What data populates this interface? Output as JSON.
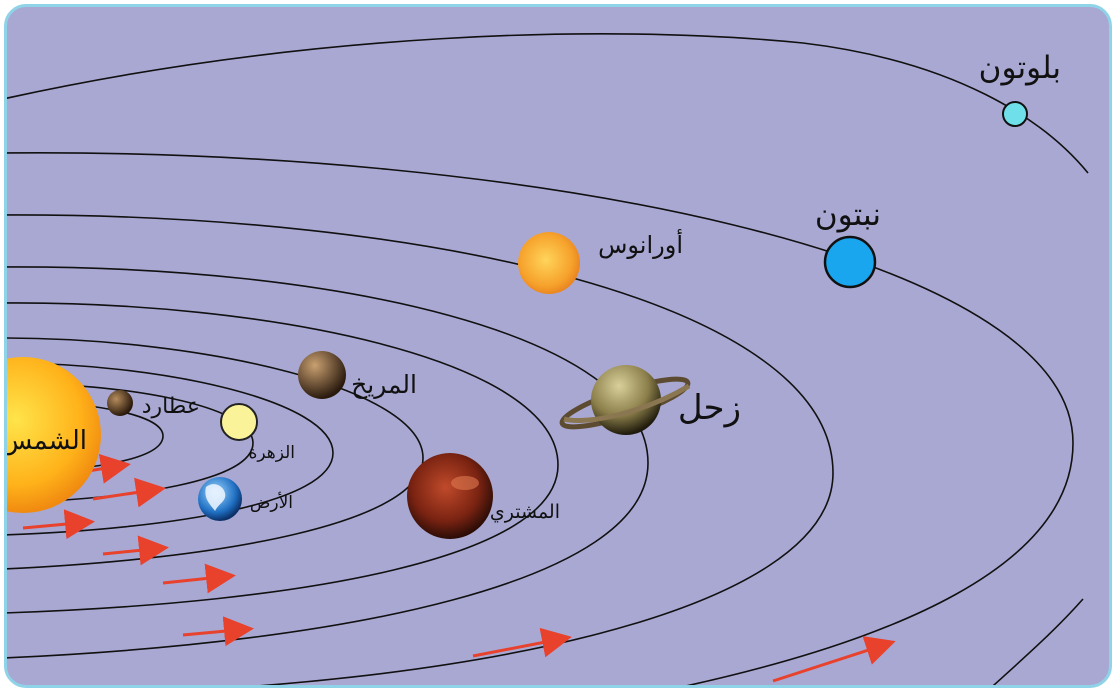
{
  "diagram": {
    "colors": {
      "background": "#a9a8d3",
      "border": "#8fd3e8",
      "orbit": "#111111",
      "arrow": "#e8412c"
    },
    "bodies": [
      {
        "id": "sun",
        "label": "الشمس"
      },
      {
        "id": "mercury",
        "label": "عطارد"
      },
      {
        "id": "venus",
        "label": "الزهرة"
      },
      {
        "id": "earth",
        "label": "الأرض"
      },
      {
        "id": "mars",
        "label": "المريخ"
      },
      {
        "id": "jupiter",
        "label": "المشتري"
      },
      {
        "id": "saturn",
        "label": "زحل"
      },
      {
        "id": "uranus",
        "label": "أورانوس"
      },
      {
        "id": "neptune",
        "label": "نبتون"
      },
      {
        "id": "pluto",
        "label": "بلوتون"
      }
    ]
  }
}
